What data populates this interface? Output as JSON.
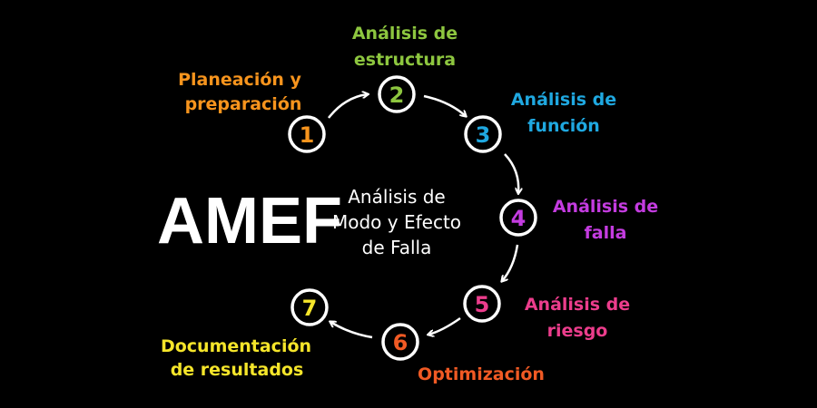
{
  "title": "AMEF",
  "subtitle": [
    "Análisis de",
    "Modo y Efecto",
    "de Falla"
  ],
  "steps": [
    {
      "number": "1",
      "label": [
        "Planeación y",
        "preparación"
      ],
      "color": "#f7941d"
    },
    {
      "number": "2",
      "label": [
        "Análisis de",
        "estructura"
      ],
      "color": "#8dc63f"
    },
    {
      "number": "3",
      "label": [
        "Análisis de",
        "función"
      ],
      "color": "#1fa8e0"
    },
    {
      "number": "4",
      "label": [
        "Análisis de",
        "falla"
      ],
      "color": "#c43ce0"
    },
    {
      "number": "5",
      "label": [
        "Análisis de",
        "riesgo"
      ],
      "color": "#ec3d8c"
    },
    {
      "number": "6",
      "label": [
        "Optimización"
      ],
      "color": "#f15a24"
    },
    {
      "number": "7",
      "label": [
        "Documentación",
        "de resultados"
      ],
      "color": "#f5e52a"
    }
  ]
}
